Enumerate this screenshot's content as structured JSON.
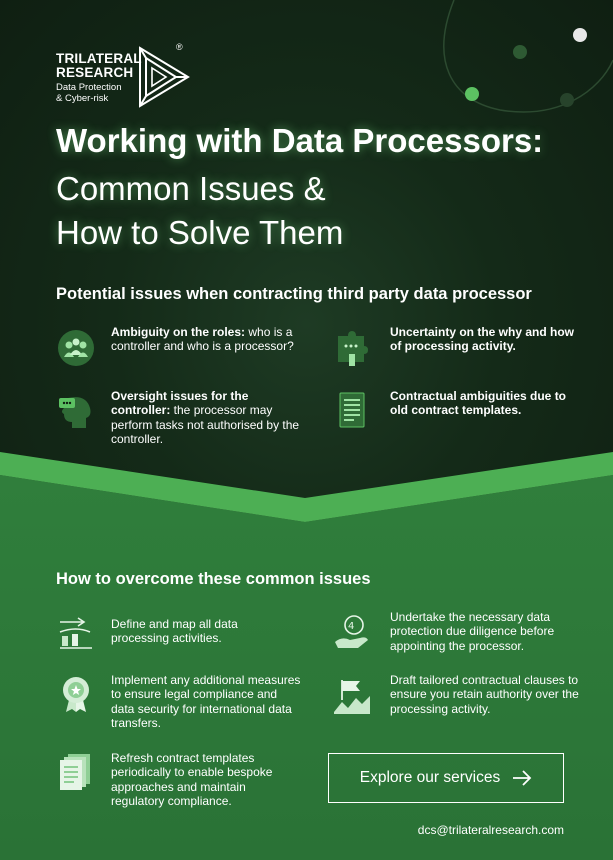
{
  "brand": {
    "line1": "TRILATERAL",
    "line2": "RESEARCH",
    "line3": "Data Protection",
    "line4": "& Cyber-risk",
    "registered": "®"
  },
  "title": {
    "line1": "Working with Data Processors:",
    "line2": "Common Issues &",
    "line3": "How to Solve Them"
  },
  "issues": {
    "heading": "Potential issues when contracting third party data processor",
    "items": [
      {
        "bold": "Ambiguity on the roles:",
        "rest": " who is a controller and who is a processor?",
        "icon": "people-group-icon"
      },
      {
        "bold": "Uncertainty on the why and how of processing activity.",
        "rest": "",
        "icon": "puzzle-person-icon"
      },
      {
        "bold": "Oversight issues for the controller:",
        "rest": " the processor may perform tasks not authorised by the controller.",
        "icon": "head-chat-icon"
      },
      {
        "bold": "Contractual ambiguities due to old contract templates.",
        "rest": "",
        "icon": "document-list-icon"
      }
    ]
  },
  "solutions": {
    "heading": "How to overcome these common issues",
    "items": [
      {
        "text": "Define and map all data processing activities.",
        "icon": "process-map-icon"
      },
      {
        "text": "Undertake the necessary data protection due diligence before appointing the processor.",
        "icon": "hand-shield-icon"
      },
      {
        "text": "Implement any additional measures to ensure legal compliance and data security for international data transfers.",
        "icon": "rosette-badge-icon"
      },
      {
        "text": "Draft tailored contractual clauses to ensure you retain authority over the processing activity.",
        "icon": "flag-chart-icon"
      },
      {
        "text": "Refresh contract templates periodically to enable bespoke approaches and maintain regulatory compliance.",
        "icon": "document-stack-icon"
      }
    ]
  },
  "cta": {
    "label": "Explore our services",
    "icon": "arrow-right-icon"
  },
  "contact": {
    "email": "dcs@trilateralresearch.com"
  },
  "colors": {
    "dark_green": "#0f1f12",
    "accent_green": "#4daf54",
    "mid_green": "#2f7d3b",
    "white": "#ffffff"
  }
}
